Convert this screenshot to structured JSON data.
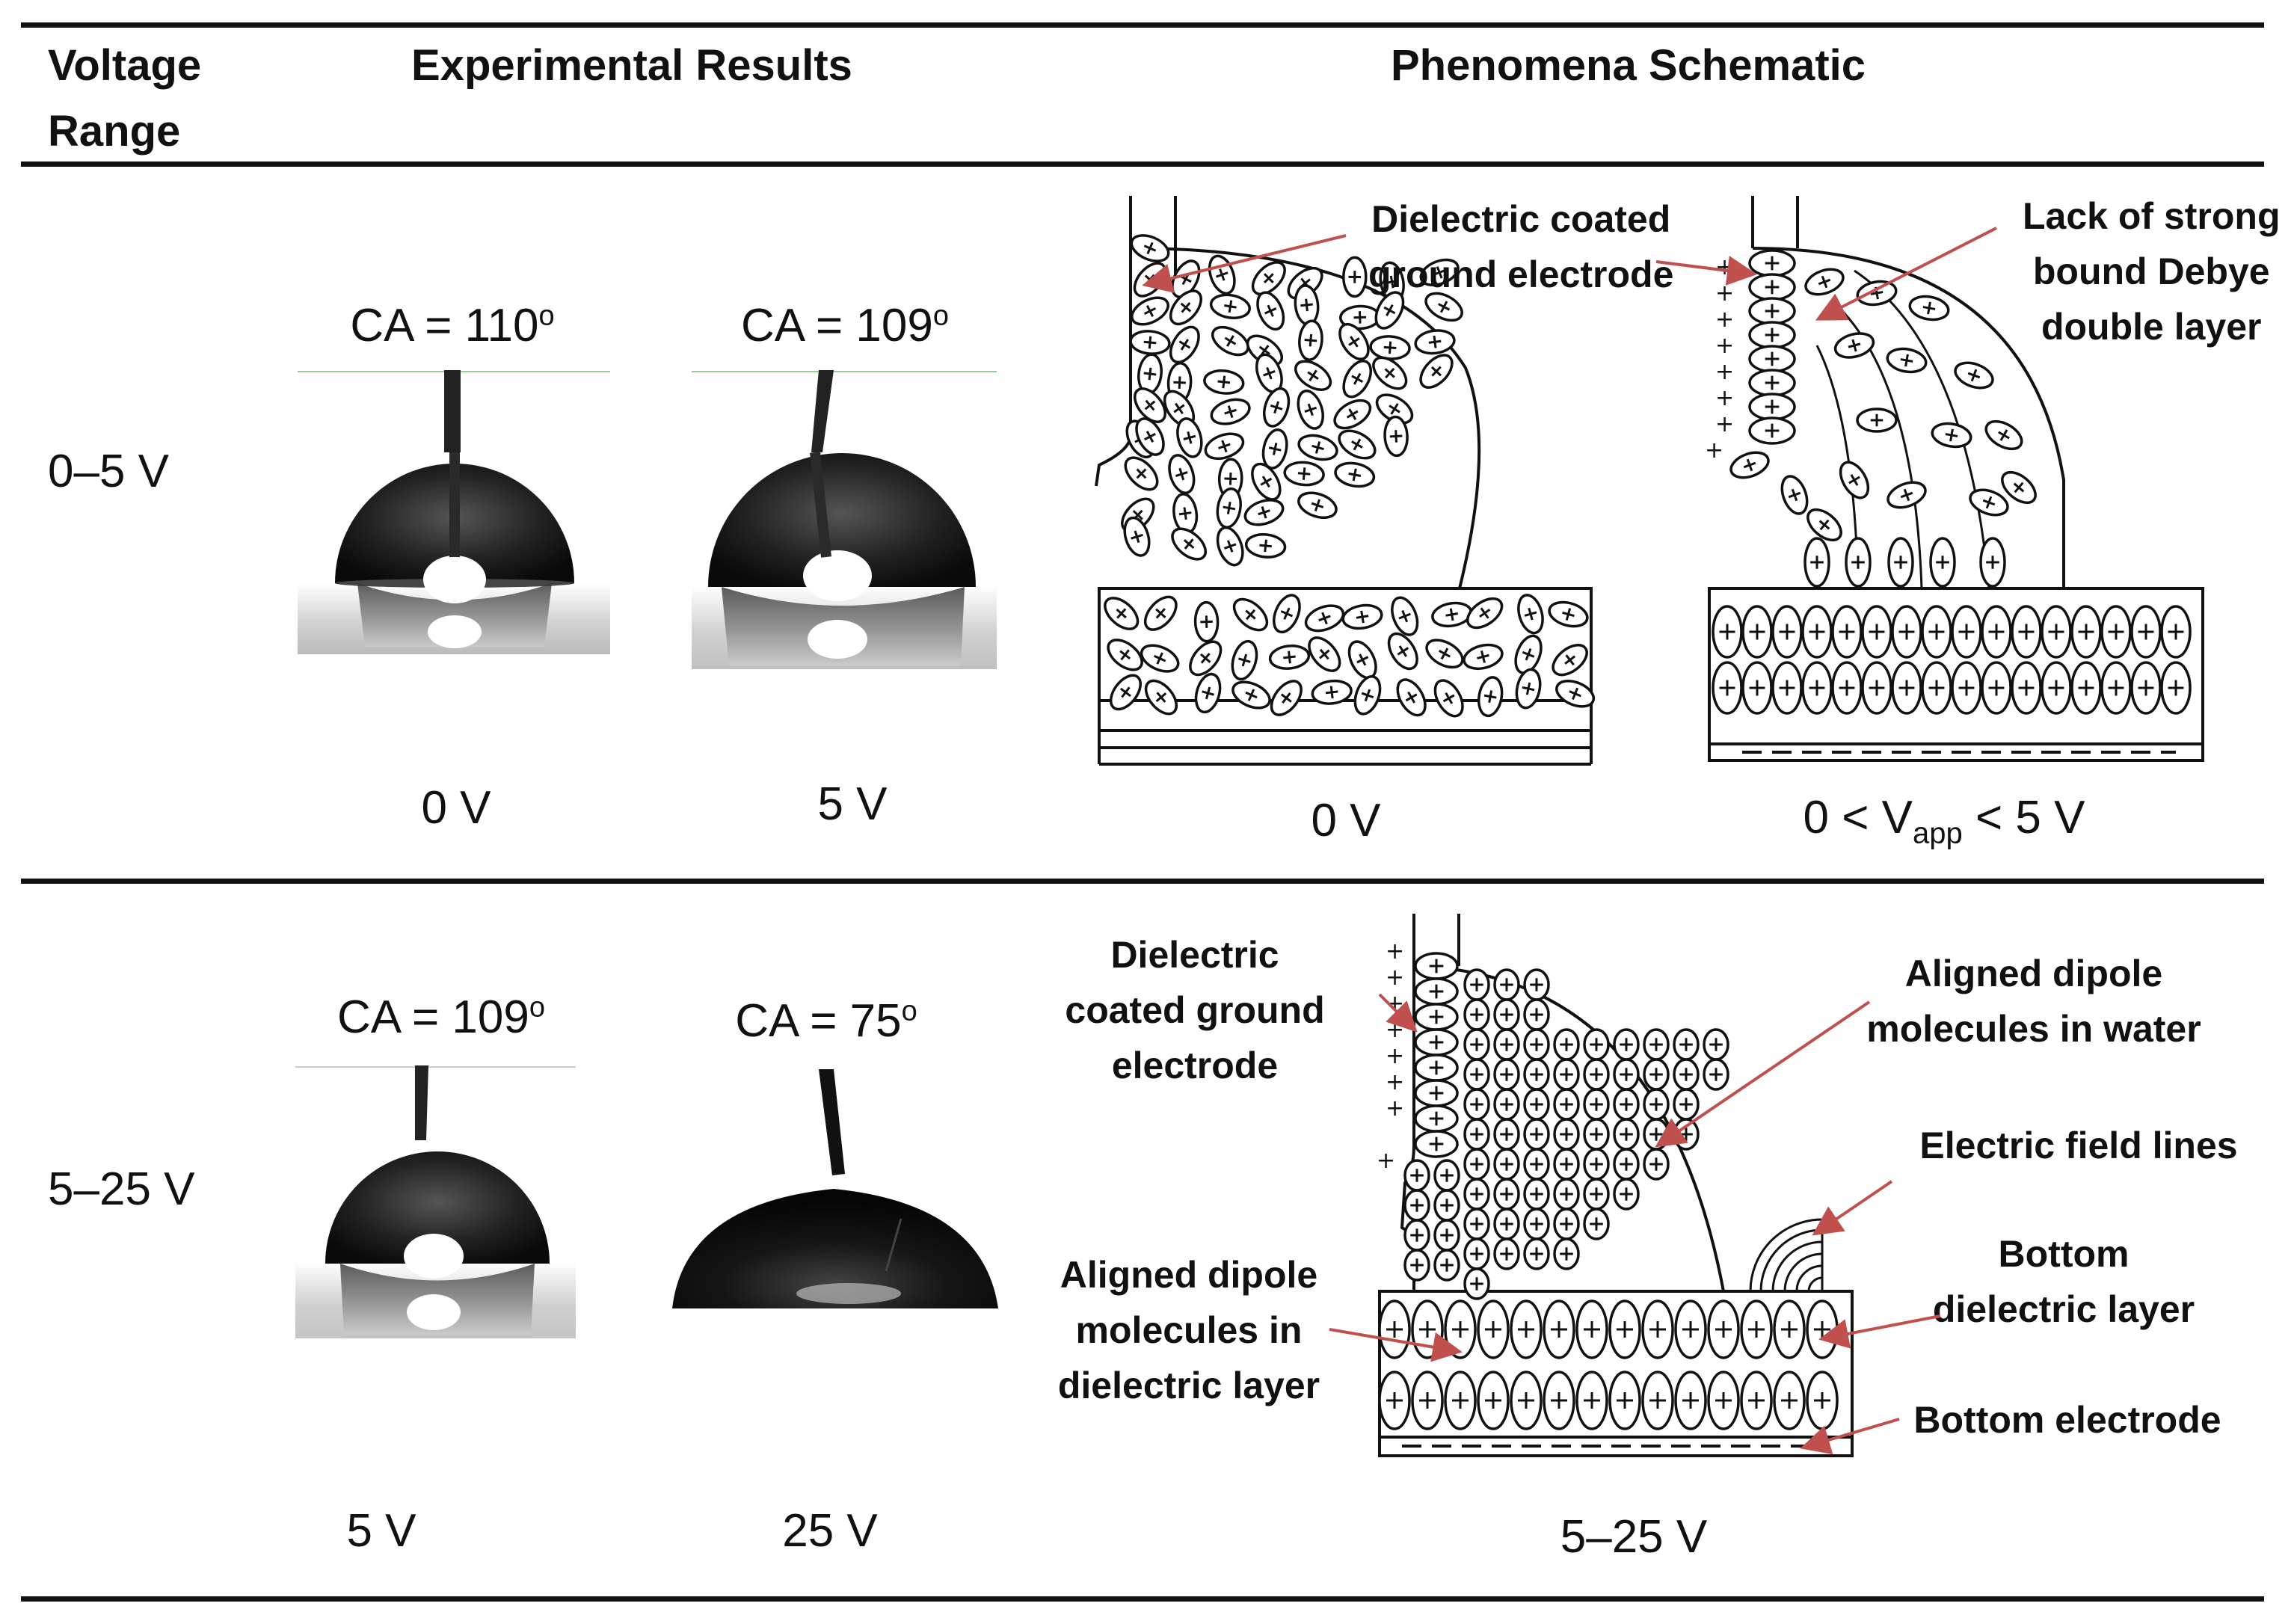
{
  "header": {
    "col1_line1": "Voltage",
    "col1_line2": "Range",
    "col2": "Experimental Results",
    "col3": "Phenomena Schematic"
  },
  "row1": {
    "range": "0–5 V",
    "ca_left": "CA  = 110",
    "ca_right": "CA = 109",
    "ca_unit": "o",
    "v_left": "0 V",
    "v_right": "5 V",
    "schem_left_caption": "0 V",
    "schem_right_caption_pre": "0 < V",
    "schem_right_caption_sub": "app",
    "schem_right_caption_post": " < 5 V",
    "ann_ground_1": "Dielectric coated",
    "ann_ground_2": "ground electrode",
    "ann_debye_1": "Lack of strong",
    "ann_debye_2": "bound Debye",
    "ann_debye_3": "double layer"
  },
  "row2": {
    "range": "5–25 V",
    "ca_left": "CA = 109",
    "ca_right": "CA = 75",
    "ca_unit": "o",
    "v_left": "5 V",
    "v_right": "25 V",
    "schem_caption": "5–25 V",
    "ann_ground_1": "Dielectric",
    "ann_ground_2": "coated ground",
    "ann_ground_3": "electrode",
    "ann_water_1": "Aligned dipole",
    "ann_water_2": "molecules in water",
    "ann_field": "Electric field lines",
    "ann_diel_1": "Bottom",
    "ann_diel_2": "dielectric layer",
    "ann_bottom_el": "Bottom electrode",
    "ann_dip_diel_1": "Aligned dipole",
    "ann_dip_diel_2": "molecules in",
    "ann_dip_diel_3": "dielectric layer"
  },
  "colors": {
    "arrow": "#c0504d",
    "ink": "#111111"
  }
}
